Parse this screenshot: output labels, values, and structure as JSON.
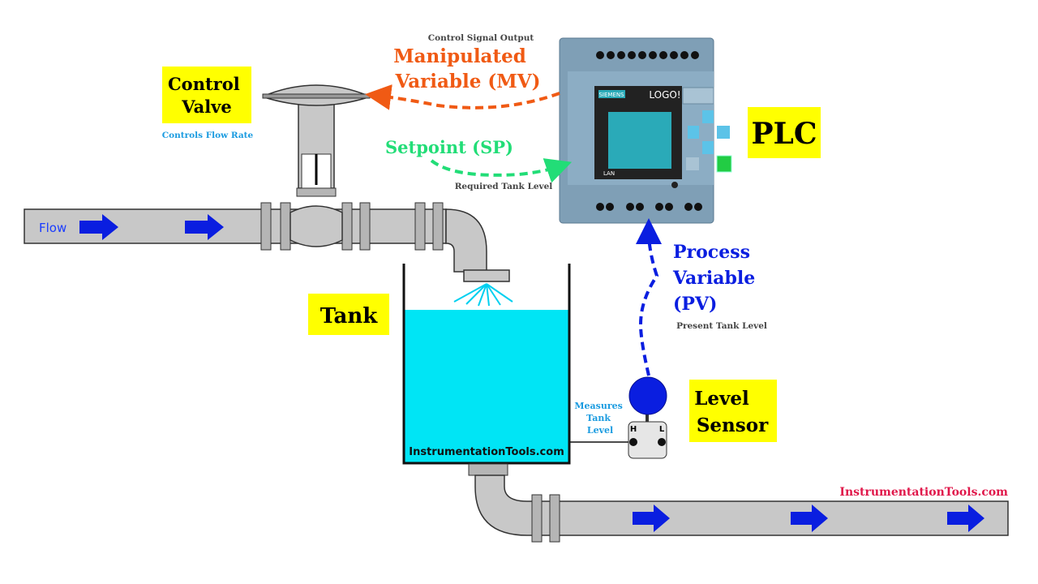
{
  "colors": {
    "label_bg": "#ffff00",
    "mv": "#f05a14",
    "sp": "#22dd77",
    "pv": "#0a1ee0",
    "note_blue": "#1a9be0",
    "water": "#00e5f5",
    "pipe": "#c8c8c8",
    "brand_red": "#e0174a",
    "plc_body": "#7f9fb6"
  },
  "labels": {
    "control_valve": [
      "Control",
      "Valve"
    ],
    "controls_flow_rate": "Controls Flow Rate",
    "tank": "Tank",
    "plc": "PLC",
    "level_sensor": [
      "Level",
      "Sensor"
    ],
    "flow": "Flow",
    "control_signal_output": "Control Signal Output",
    "mv": [
      "Manipulated",
      "Variable (MV)"
    ],
    "sp": "Setpoint (SP)",
    "required_tank_level": "Required Tank Level",
    "pv": [
      "Process",
      "Variable",
      "(PV)"
    ],
    "present_tank_level": "Present Tank Level",
    "measures_tank_level": [
      "Measures",
      "Tank",
      "Level"
    ],
    "tank_watermark": "InstrumentationTools.com",
    "brand": "InstrumentationTools.com",
    "sensor_h": "H",
    "sensor_l": "L"
  },
  "plc": {
    "brand": "SIEMENS",
    "model": "LOGO!",
    "lan": "LAN"
  },
  "icons": [
    "flow-arrow-icon",
    "dashed-signal-arrow"
  ]
}
